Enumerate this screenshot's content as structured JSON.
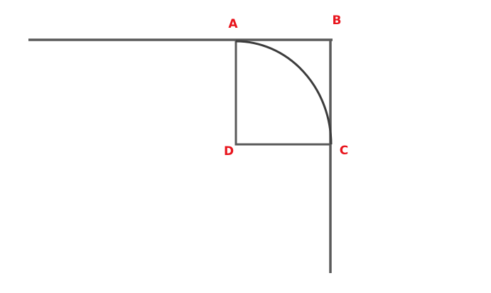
{
  "points": {
    "a": "A",
    "b": "B",
    "c": "C",
    "d": "D"
  },
  "colors": {
    "line": "#555555",
    "label": "#e8141c",
    "background": "#ffffff"
  }
}
